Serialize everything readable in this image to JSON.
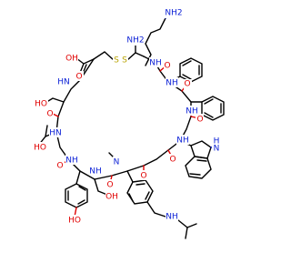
{
  "colors": {
    "carbon": "#000000",
    "oxygen": "#e00000",
    "nitrogen": "#0a1fd6",
    "sulfur": "#b8a200"
  },
  "labels": {
    "amine_lys": "NH2",
    "amine_n_term": "NH2",
    "acid_oh": "OH",
    "acid_o": "O",
    "disulfide_s1": "S",
    "disulfide_s2": "S",
    "thr1_oh": "HO",
    "thr2_oh": "HO",
    "thr2_hn": "HN",
    "ho_left": "HO",
    "tyr_oh": "HO",
    "ser_oh": "OH",
    "indole_nh": "H",
    "indole_n": "N",
    "nh_isopropyl": "NH",
    "n_methyl": "N",
    "amide_nh1": "NH",
    "amide_nh2": "NH",
    "amide_nh3": "NH",
    "amide_nh4": "NH",
    "amide_n5": "N",
    "amide_nh6": "NH",
    "amide_nh7": "NH",
    "amide_nh8": "HN",
    "amide_o1": "O",
    "amide_o2": "O",
    "amide_o3": "O",
    "amide_o4": "O",
    "amide_o5": "O",
    "amide_o6": "O",
    "amide_o7": "O",
    "amide_o8": "O"
  }
}
